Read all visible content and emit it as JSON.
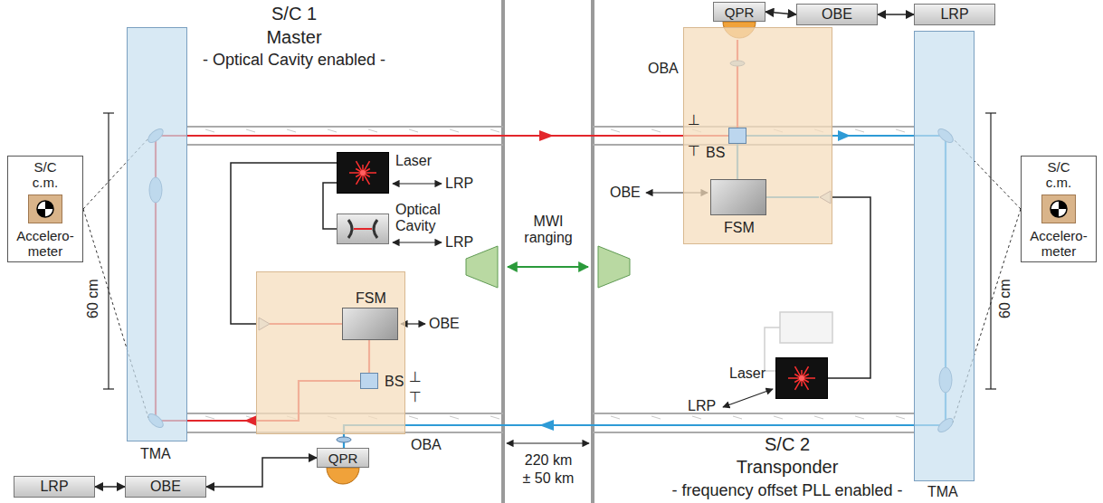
{
  "diagram": {
    "nodes": [
      {
        "text": [
          "TMA"
        ]
      },
      {
        "text": [
          "S/C c.m.",
          "Accelero- meter"
        ]
      },
      {
        "text": [
          "Laser"
        ]
      },
      {
        "text": [
          "Optical Cavity"
        ]
      },
      {
        "text": [
          "OBA"
        ]
      },
      {
        "text": [
          "FSM"
        ],
        "in": 4
      },
      {
        "text": [
          "BS"
        ],
        "in": 4
      },
      {
        "text": [
          "QPR"
        ]
      },
      {
        "text": [
          "OBE"
        ]
      },
      {
        "text": [
          "LRP"
        ]
      },
      {
        "text": [
          "OBA"
        ]
      },
      {
        "text": [
          "BS"
        ],
        "in": 10
      },
      {
        "text": [
          "FSM"
        ],
        "in": 10
      },
      {
        "text": [
          "QPR"
        ]
      },
      {
        "text": [
          "OBE"
        ]
      },
      {
        "text": [
          "LRP"
        ]
      },
      {
        "text": [
          "Laser"
        ]
      },
      {
        "text": [
          "TMA"
        ]
      },
      {
        "text": [
          "S/C c.m.",
          "Accelero- meter"
        ]
      }
    ],
    "edges": [
      {
        "from": 2,
        "to": 3,
        "arrow": "none"
      },
      {
        "from": 2,
        "to": 4,
        "arrow": "none"
      },
      {
        "from": 16,
        "to": 10,
        "arrow": "none"
      },
      {
        "from": 9,
        "to": 8,
        "arrow": "both"
      },
      {
        "from": 8,
        "to": 7,
        "arrow": "both"
      },
      {
        "from": 13,
        "to": 14,
        "arrow": "both"
      },
      {
        "from": 14,
        "to": 15,
        "arrow": "both"
      }
    ],
    "labels": [
      "S/C 1",
      "Master",
      "- Optical Cavity enabled -",
      "60 cm",
      "LRP",
      "LRP",
      "MWI ranging",
      "OBE",
      "⊥",
      "⊤",
      "220 km",
      "± 50 km",
      "OBE",
      "⊥",
      "⊤",
      "LRP",
      "60 cm",
      "S/C 2",
      "Transponder",
      "- frequency offset PLL enabled -"
    ]
  }
}
